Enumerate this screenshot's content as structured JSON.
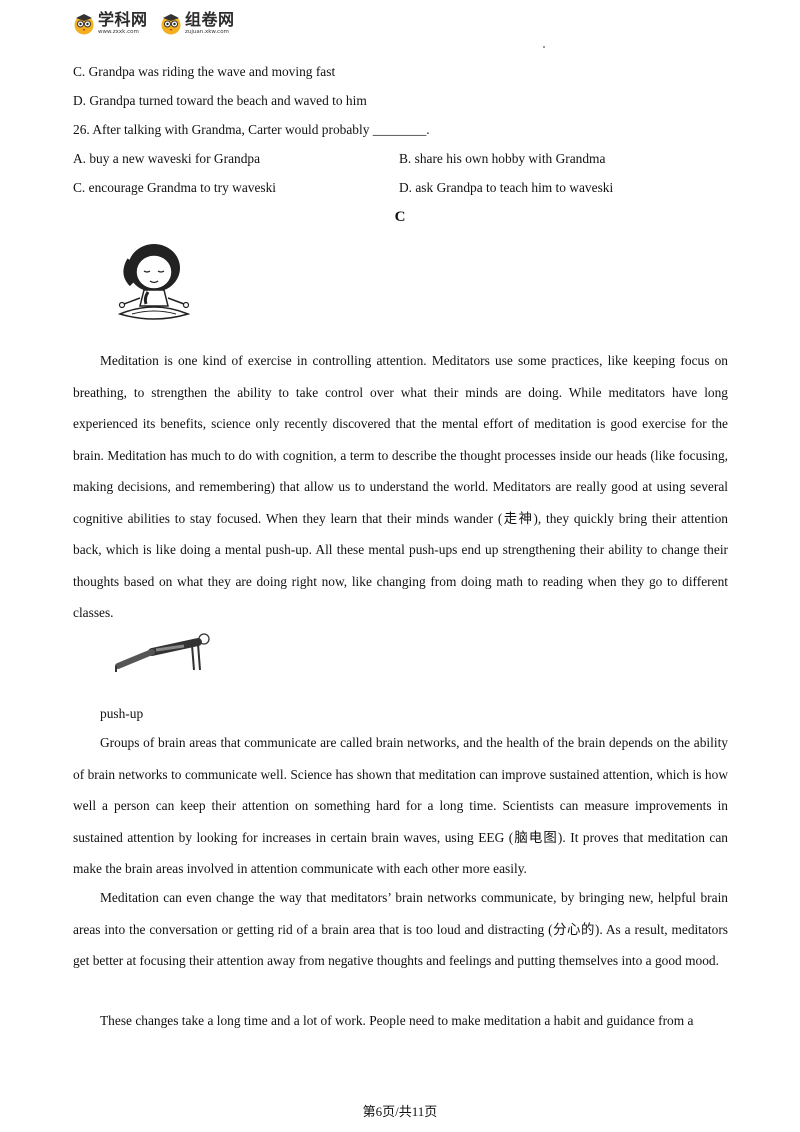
{
  "header": {
    "logo1_main": "学科网",
    "logo1_sub": "www.zxxk.com",
    "logo2_main": "组卷网",
    "logo2_sub": "zujuan.xkw.com"
  },
  "questions": {
    "q25_c": "C.  Grandpa was riding the wave and moving fast",
    "q25_d": "D.  Grandpa turned toward the beach and waved to him",
    "q26_stem": "26.  After talking with Grandma, Carter would probably ________.",
    "q26_a": "A.  buy a new waveski for Grandpa",
    "q26_b": "B.  share his own hobby with Grandma",
    "q26_c": "C.  encourage Grandma to try waveski",
    "q26_d": "D.  ask Grandpa to teach him to waveski"
  },
  "section_title": "C",
  "passage": {
    "p1": "Meditation is one kind of exercise in controlling attention. Meditators use some practices, like keeping focus on breathing, to strengthen the ability to take control over what their minds are doing. While meditators have long experienced its benefits, science only recently discovered that the mental effort of meditation is good exercise for the brain. Meditation has much to do with cognition, a term to describe the thought processes inside our heads (like focusing, making decisions, and remembering) that allow us to understand the world. Meditators are really good at using several cognitive abilities to stay focused. When they learn that their minds wander (走神), they quickly bring their attention back, which is like doing a mental push-up. All these mental push-ups end up strengthening their ability to change their thoughts based on what they are doing right now, like changing from doing math to reading when they go to different classes.",
    "pushup_caption": "push-up",
    "p2": "Groups of brain areas that communicate are called brain networks, and the health of the brain depends on the ability of brain networks to communicate well. Science has shown that meditation can improve sustained attention, which is how well a person can keep their attention on something hard for a long time. Scientists can measure improvements in sustained attention by looking for increases in certain brain waves, using EEG (脑电图). It proves that meditation can make the brain areas involved in attention communicate with each other more easily.",
    "p3": "Meditation can even change the way that meditators’ brain networks communicate, by bringing new, helpful brain areas into the conversation or getting rid of a brain area that is too loud and distracting (分心的). As a result, meditators get better at focusing their attention away from negative thoughts and feelings and putting themselves into a good mood.",
    "p4": "These changes take a long time and a lot of work. People need to make meditation a habit and guidance from a"
  },
  "footer": {
    "page": "第6页/共11页"
  }
}
